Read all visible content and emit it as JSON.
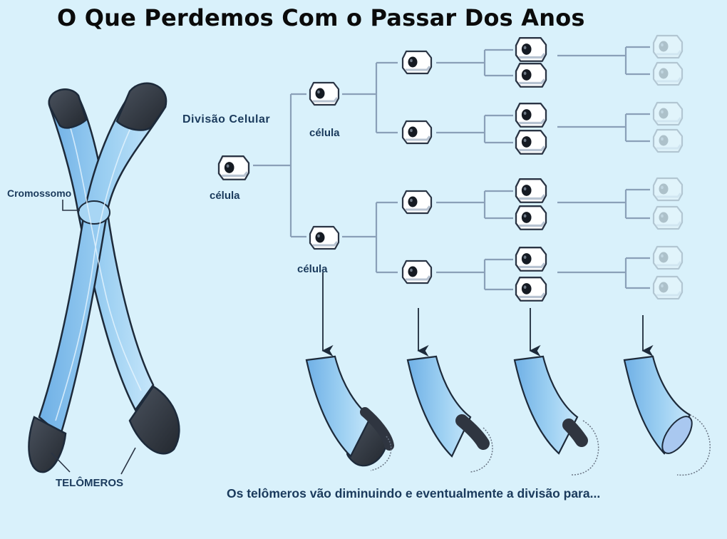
{
  "title": "O Que Perdemos Com o Passar Dos Anos",
  "labels": {
    "chromosome": "Cromossomo",
    "telomeres": "TELÔMEROS",
    "cell_division": "Divisão Celular",
    "cell_root": "célula",
    "cell_top": "célula",
    "cell_bottom": "célula"
  },
  "caption": "Os telômeros vão diminuindo e eventualmente a divisão para...",
  "colors": {
    "background": "#d9f1fb",
    "chromatid_fill": "#8ec5ee",
    "chromatid_highlight": "#c2e3f8",
    "telomere_cap": "#2f3540",
    "outline": "#1d2a3a",
    "connector_line": "#8aa0b8",
    "label_text": "#1a3a5c"
  }
}
